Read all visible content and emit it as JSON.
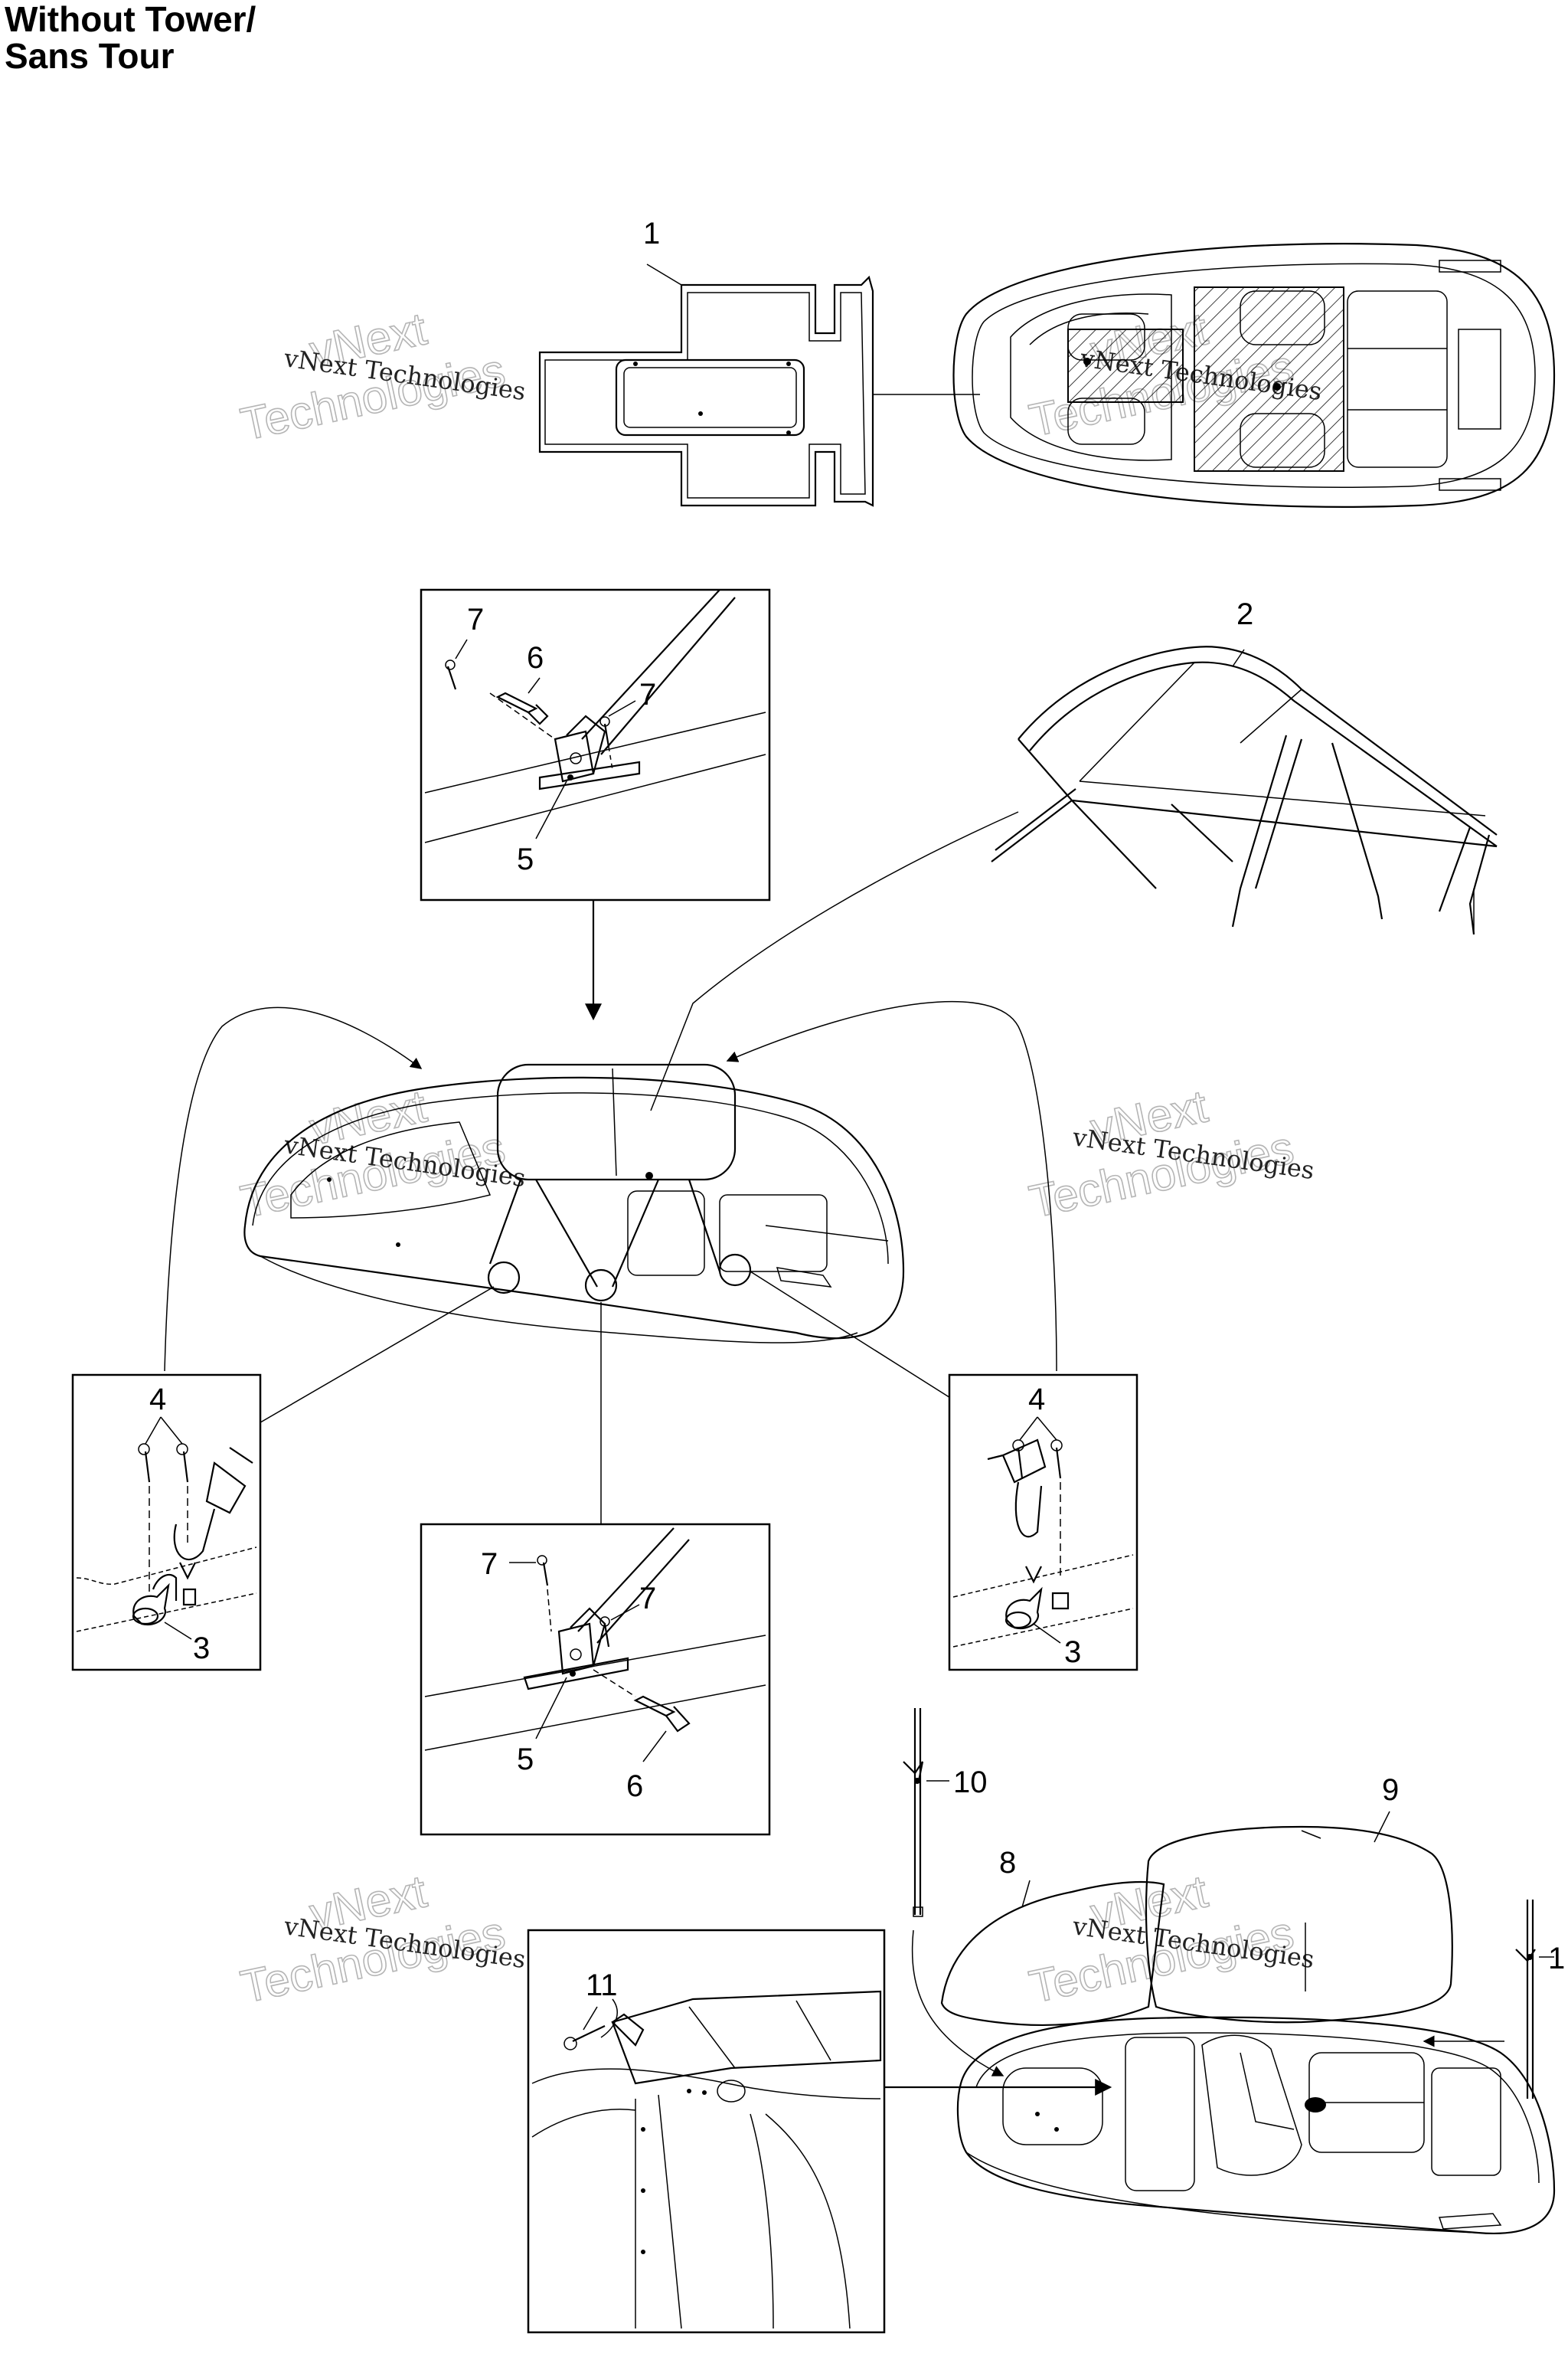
{
  "header": {
    "title_line1": "Without Tower/",
    "title_line2": "Sans Tour"
  },
  "watermark": {
    "line1": "vNext Technologies",
    "big1": "vNext",
    "big2": "Technologies"
  },
  "callouts": {
    "c1": "1",
    "c2": "2",
    "c3a": "3",
    "c3b": "3",
    "c4a": "4",
    "c4b": "4",
    "c5a": "5",
    "c5b": "5",
    "c6a": "6",
    "c6b": "6",
    "c7a": "7",
    "c7b": "7",
    "c7c": "7",
    "c7d": "7",
    "c8": "8",
    "c9": "9",
    "c10": "10",
    "c11": "11",
    "c1b": "1"
  },
  "colors": {
    "ink": "#000000",
    "watermark": "#b5b5b5",
    "background": "#ffffff"
  }
}
